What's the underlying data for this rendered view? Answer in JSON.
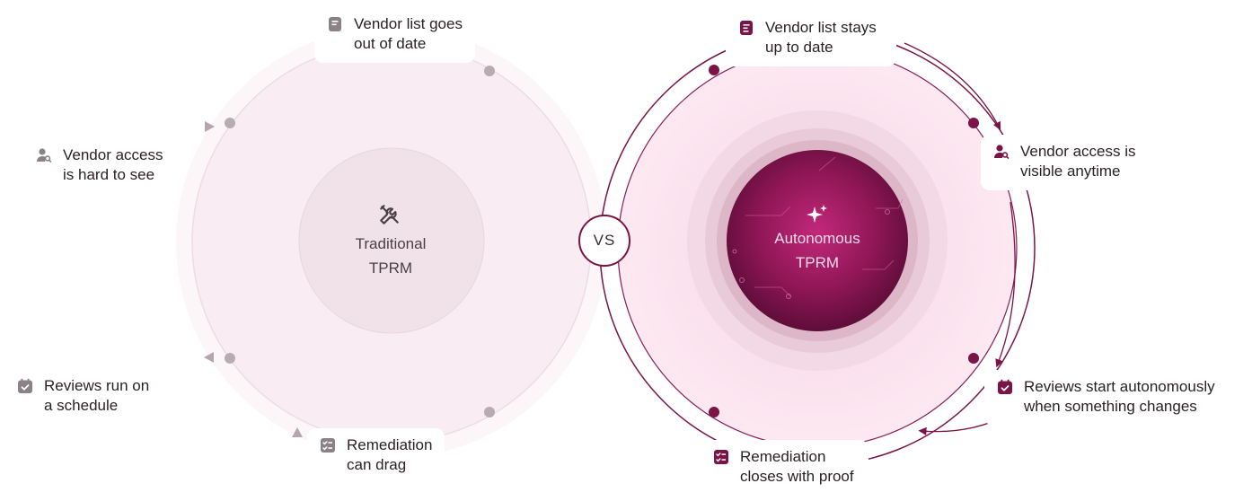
{
  "colors": {
    "maroon": "#7a1447",
    "grey_icon": "#8b8288",
    "left_fill": "#f9ecf2",
    "right_fill": "#fbe3ef"
  },
  "vs_label": "VS",
  "traditional": {
    "title_line1": "Traditional",
    "title_line2": "TPRM",
    "icon": "tools-icon",
    "items": [
      {
        "line1": "Vendor list goes",
        "line2": "out of date",
        "icon": "document-icon"
      },
      {
        "line1": "Vendor access",
        "line2": "is hard to see",
        "icon": "user-key-icon"
      },
      {
        "line1": "Reviews run on",
        "line2": "a schedule",
        "icon": "calendar-check-icon"
      },
      {
        "line1": "Remediation",
        "line2": "can drag",
        "icon": "checklist-icon"
      }
    ]
  },
  "autonomous": {
    "title_line1": "Autonomous",
    "title_line2": "TPRM",
    "icon": "sparkles-icon",
    "items": [
      {
        "line1": "Vendor list stays",
        "line2": "up to date",
        "icon": "document-icon"
      },
      {
        "line1": "Vendor access is",
        "line2": "visible anytime",
        "icon": "user-key-icon"
      },
      {
        "line1": "Reviews start autonomously",
        "line2": "when something changes",
        "icon": "calendar-check-icon"
      },
      {
        "line1": "Remediation",
        "line2": "closes with proof",
        "icon": "checklist-icon"
      }
    ]
  }
}
